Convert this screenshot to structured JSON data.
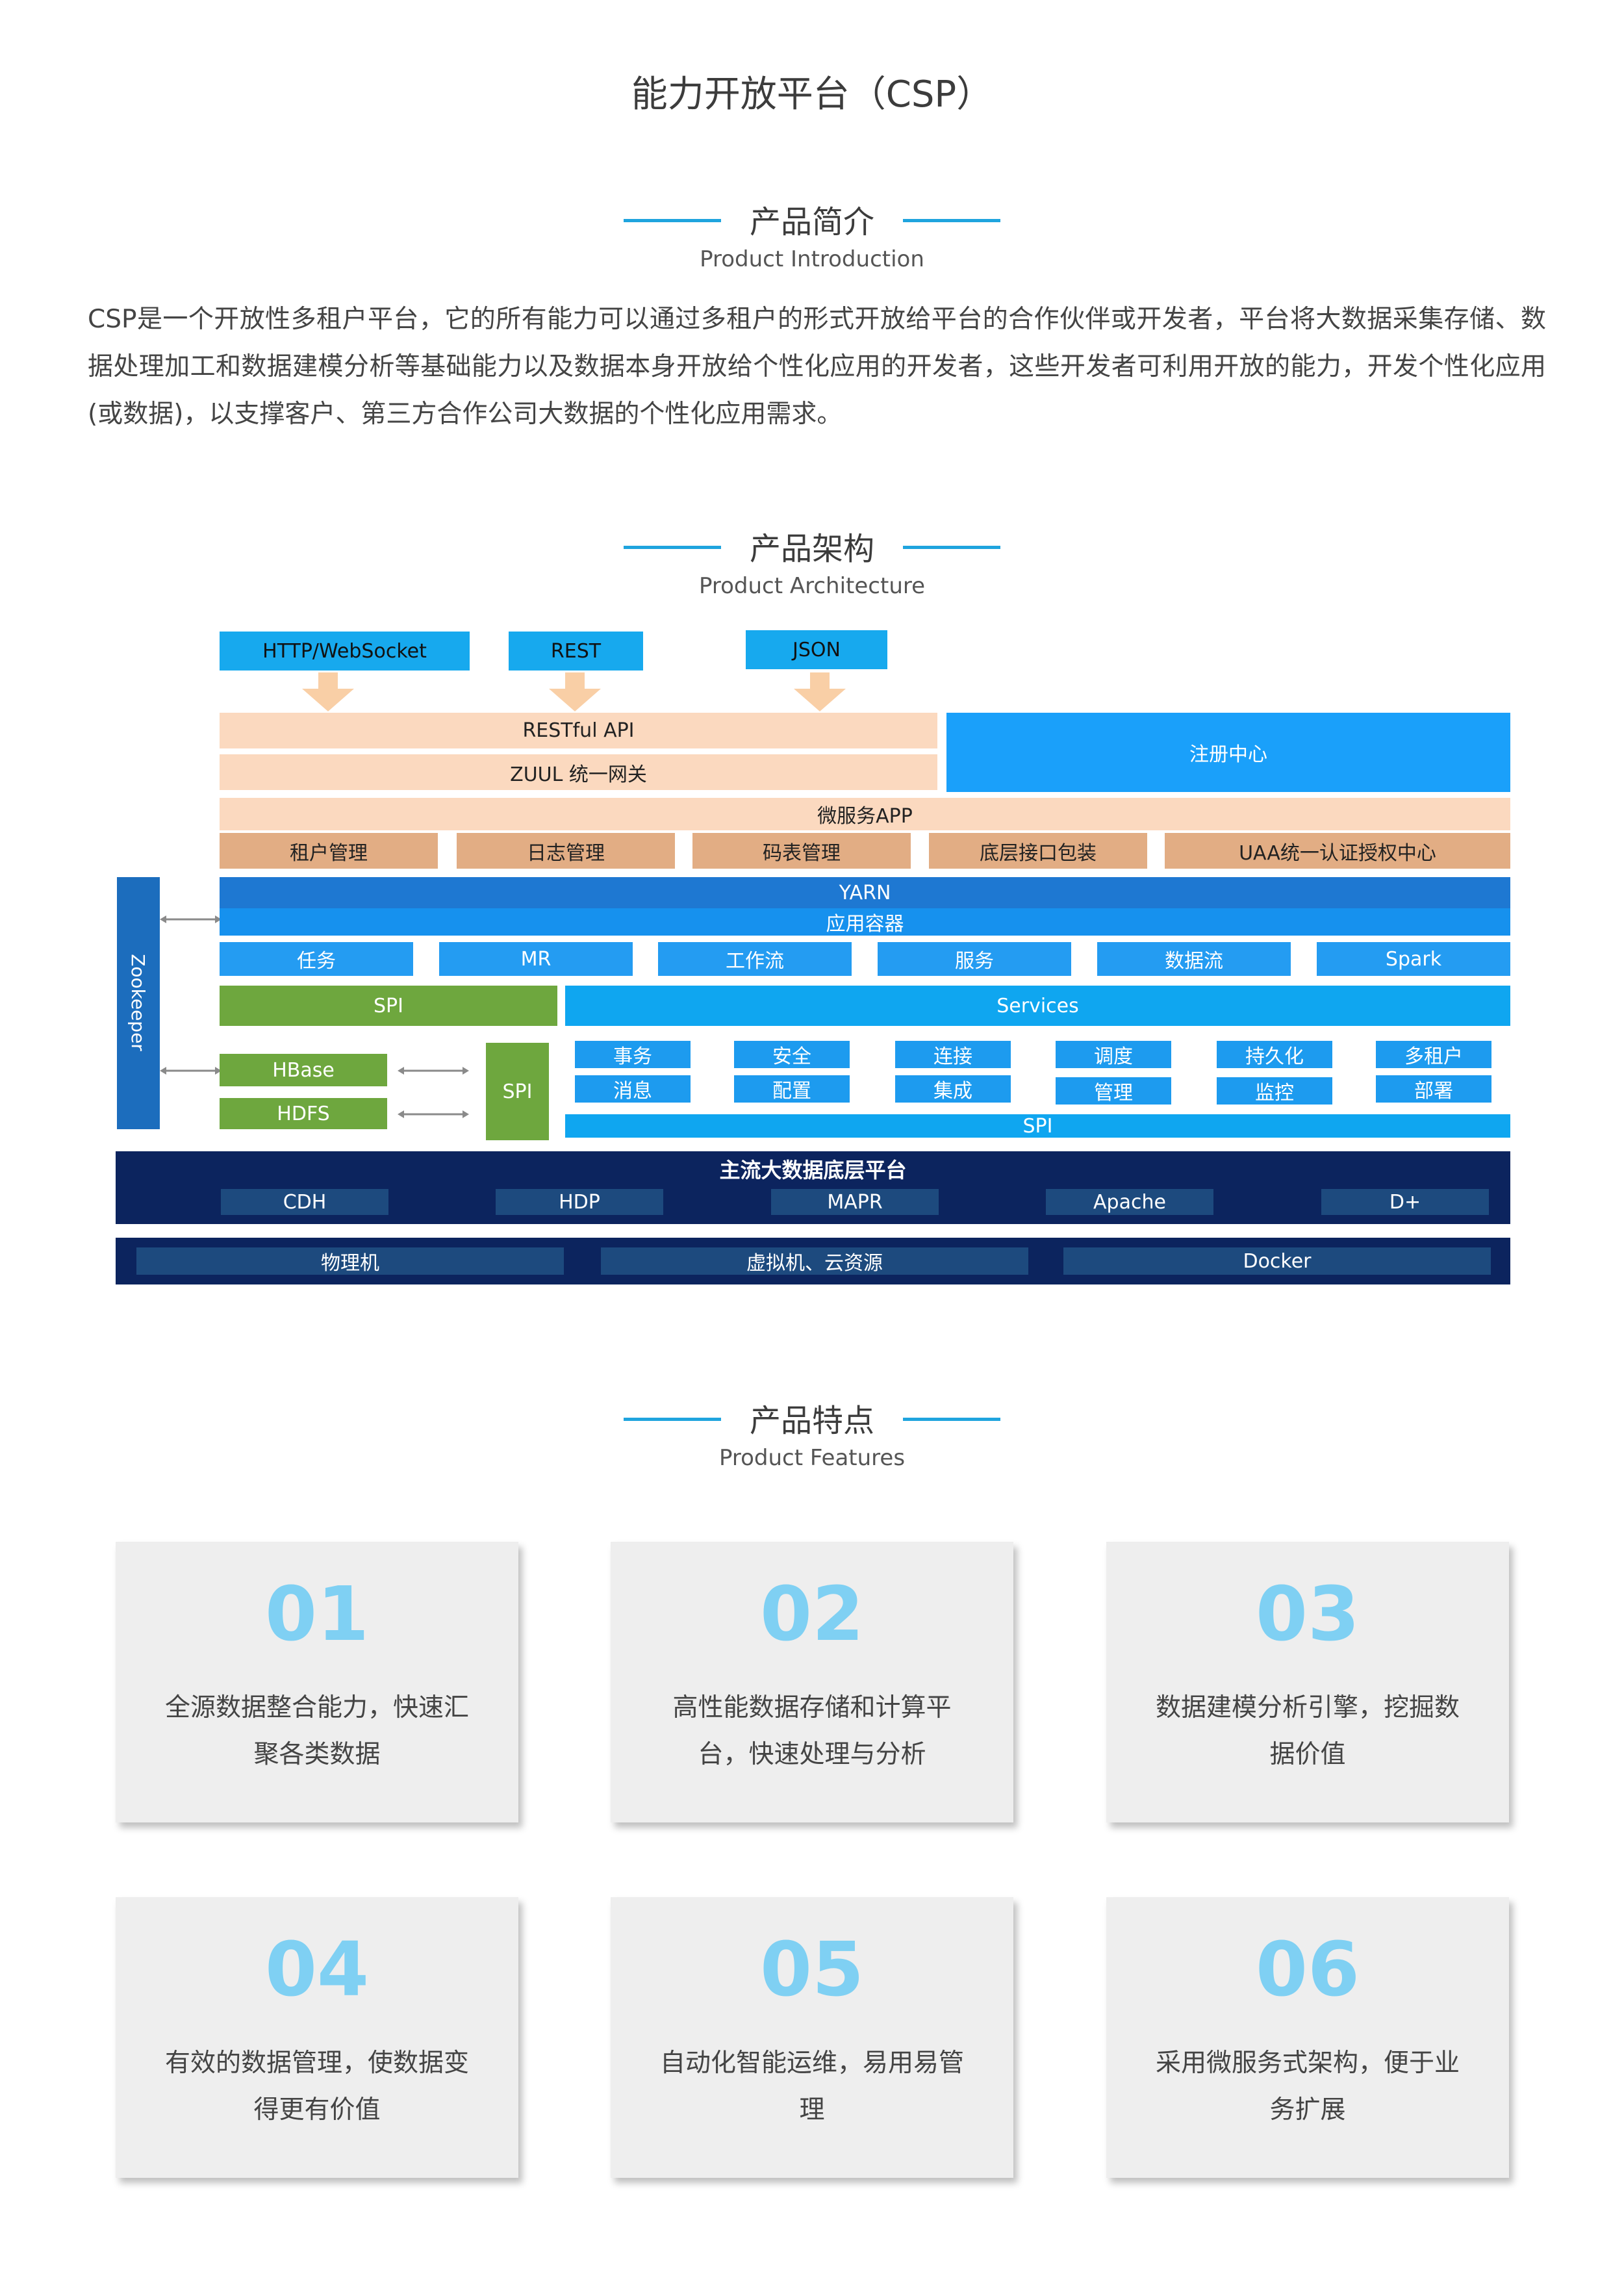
{
  "page_title": "能力开放平台（CSP）",
  "intro_section": {
    "title": "产品简介",
    "subtitle": "Product Introduction",
    "text": "CSP是一个开放性多租户平台，它的所有能力可以通过多租户的形式开放给平台的合作伙伴或开发者，平台将大数据采集存储、数据处理加工和数据建模分析等基础能力以及数据本身开放给个性化应用的开发者，这些开发者可利用开放的能力，开发个性化应用(或数据)，以支撑客户、第三方合作公司大数据的个性化应用需求。"
  },
  "architecture_section": {
    "title": "产品架构",
    "subtitle": "Product Architecture",
    "diagram": {
      "protocols": [
        "HTTP/WebSocket",
        "REST",
        "JSON"
      ],
      "restful_api": "RESTful API",
      "zuul": "ZUUL 统一网关",
      "registry": "注册中心",
      "microservice_app": "微服务APP",
      "app_modules": [
        "租户管理",
        "日志管理",
        "码表管理",
        "底层接口包装",
        "UAA统一认证授权中心"
      ],
      "zookeeper": "Zookeeper",
      "yarn": "YARN",
      "app_container": "应用容器",
      "compute": [
        "任务",
        "MR",
        "工作流",
        "服务",
        "数据流",
        "Spark"
      ],
      "spi_left": "SPI",
      "services": "Services",
      "storage": [
        "HBase",
        "HDFS"
      ],
      "spi_mid": "SPI",
      "capabilities_top": [
        "事务",
        "安全",
        "连接",
        "调度",
        "持久化",
        "多租户"
      ],
      "capabilities_bottom": [
        "消息",
        "配置",
        "集成",
        "管理",
        "监控",
        "部署"
      ],
      "spi_bottom": "SPI",
      "bigdata_title": "主流大数据底层平台",
      "bigdata_platforms": [
        "CDH",
        "HDP",
        "MAPR",
        "Apache",
        "D+"
      ],
      "infrastructure": [
        "物理机",
        "虚拟机、云资源",
        "Docker"
      ]
    }
  },
  "features_section": {
    "title": "产品特点",
    "subtitle": "Product Features",
    "cards": [
      {
        "num": "01",
        "line1": "全源数据整合能力，快速汇",
        "line2": "聚各类数据"
      },
      {
        "num": "02",
        "line1": "高性能数据存储和计算平",
        "line2": "台，快速处理与分析"
      },
      {
        "num": "03",
        "line1": "数据建模分析引擎，挖掘数",
        "line2": "据价值"
      },
      {
        "num": "04",
        "line1": "有效的数据管理，使数据变",
        "line2": "得更有价值"
      },
      {
        "num": "05",
        "line1": "自动化智能运维，易用易管",
        "line2": "理"
      },
      {
        "num": "06",
        "line1": "采用微服务式架构，便于业",
        "line2": "务扩展"
      }
    ]
  },
  "colors": {
    "accent_line": "#1fa4de",
    "protocol_box": "#17a9ee",
    "peach": "#fbd9bf",
    "tan": "#e2ad84",
    "registry": "#1aa0fa",
    "green": "#6ea73e",
    "navy": "#0c245e",
    "card_number": "#7fd0f3"
  }
}
